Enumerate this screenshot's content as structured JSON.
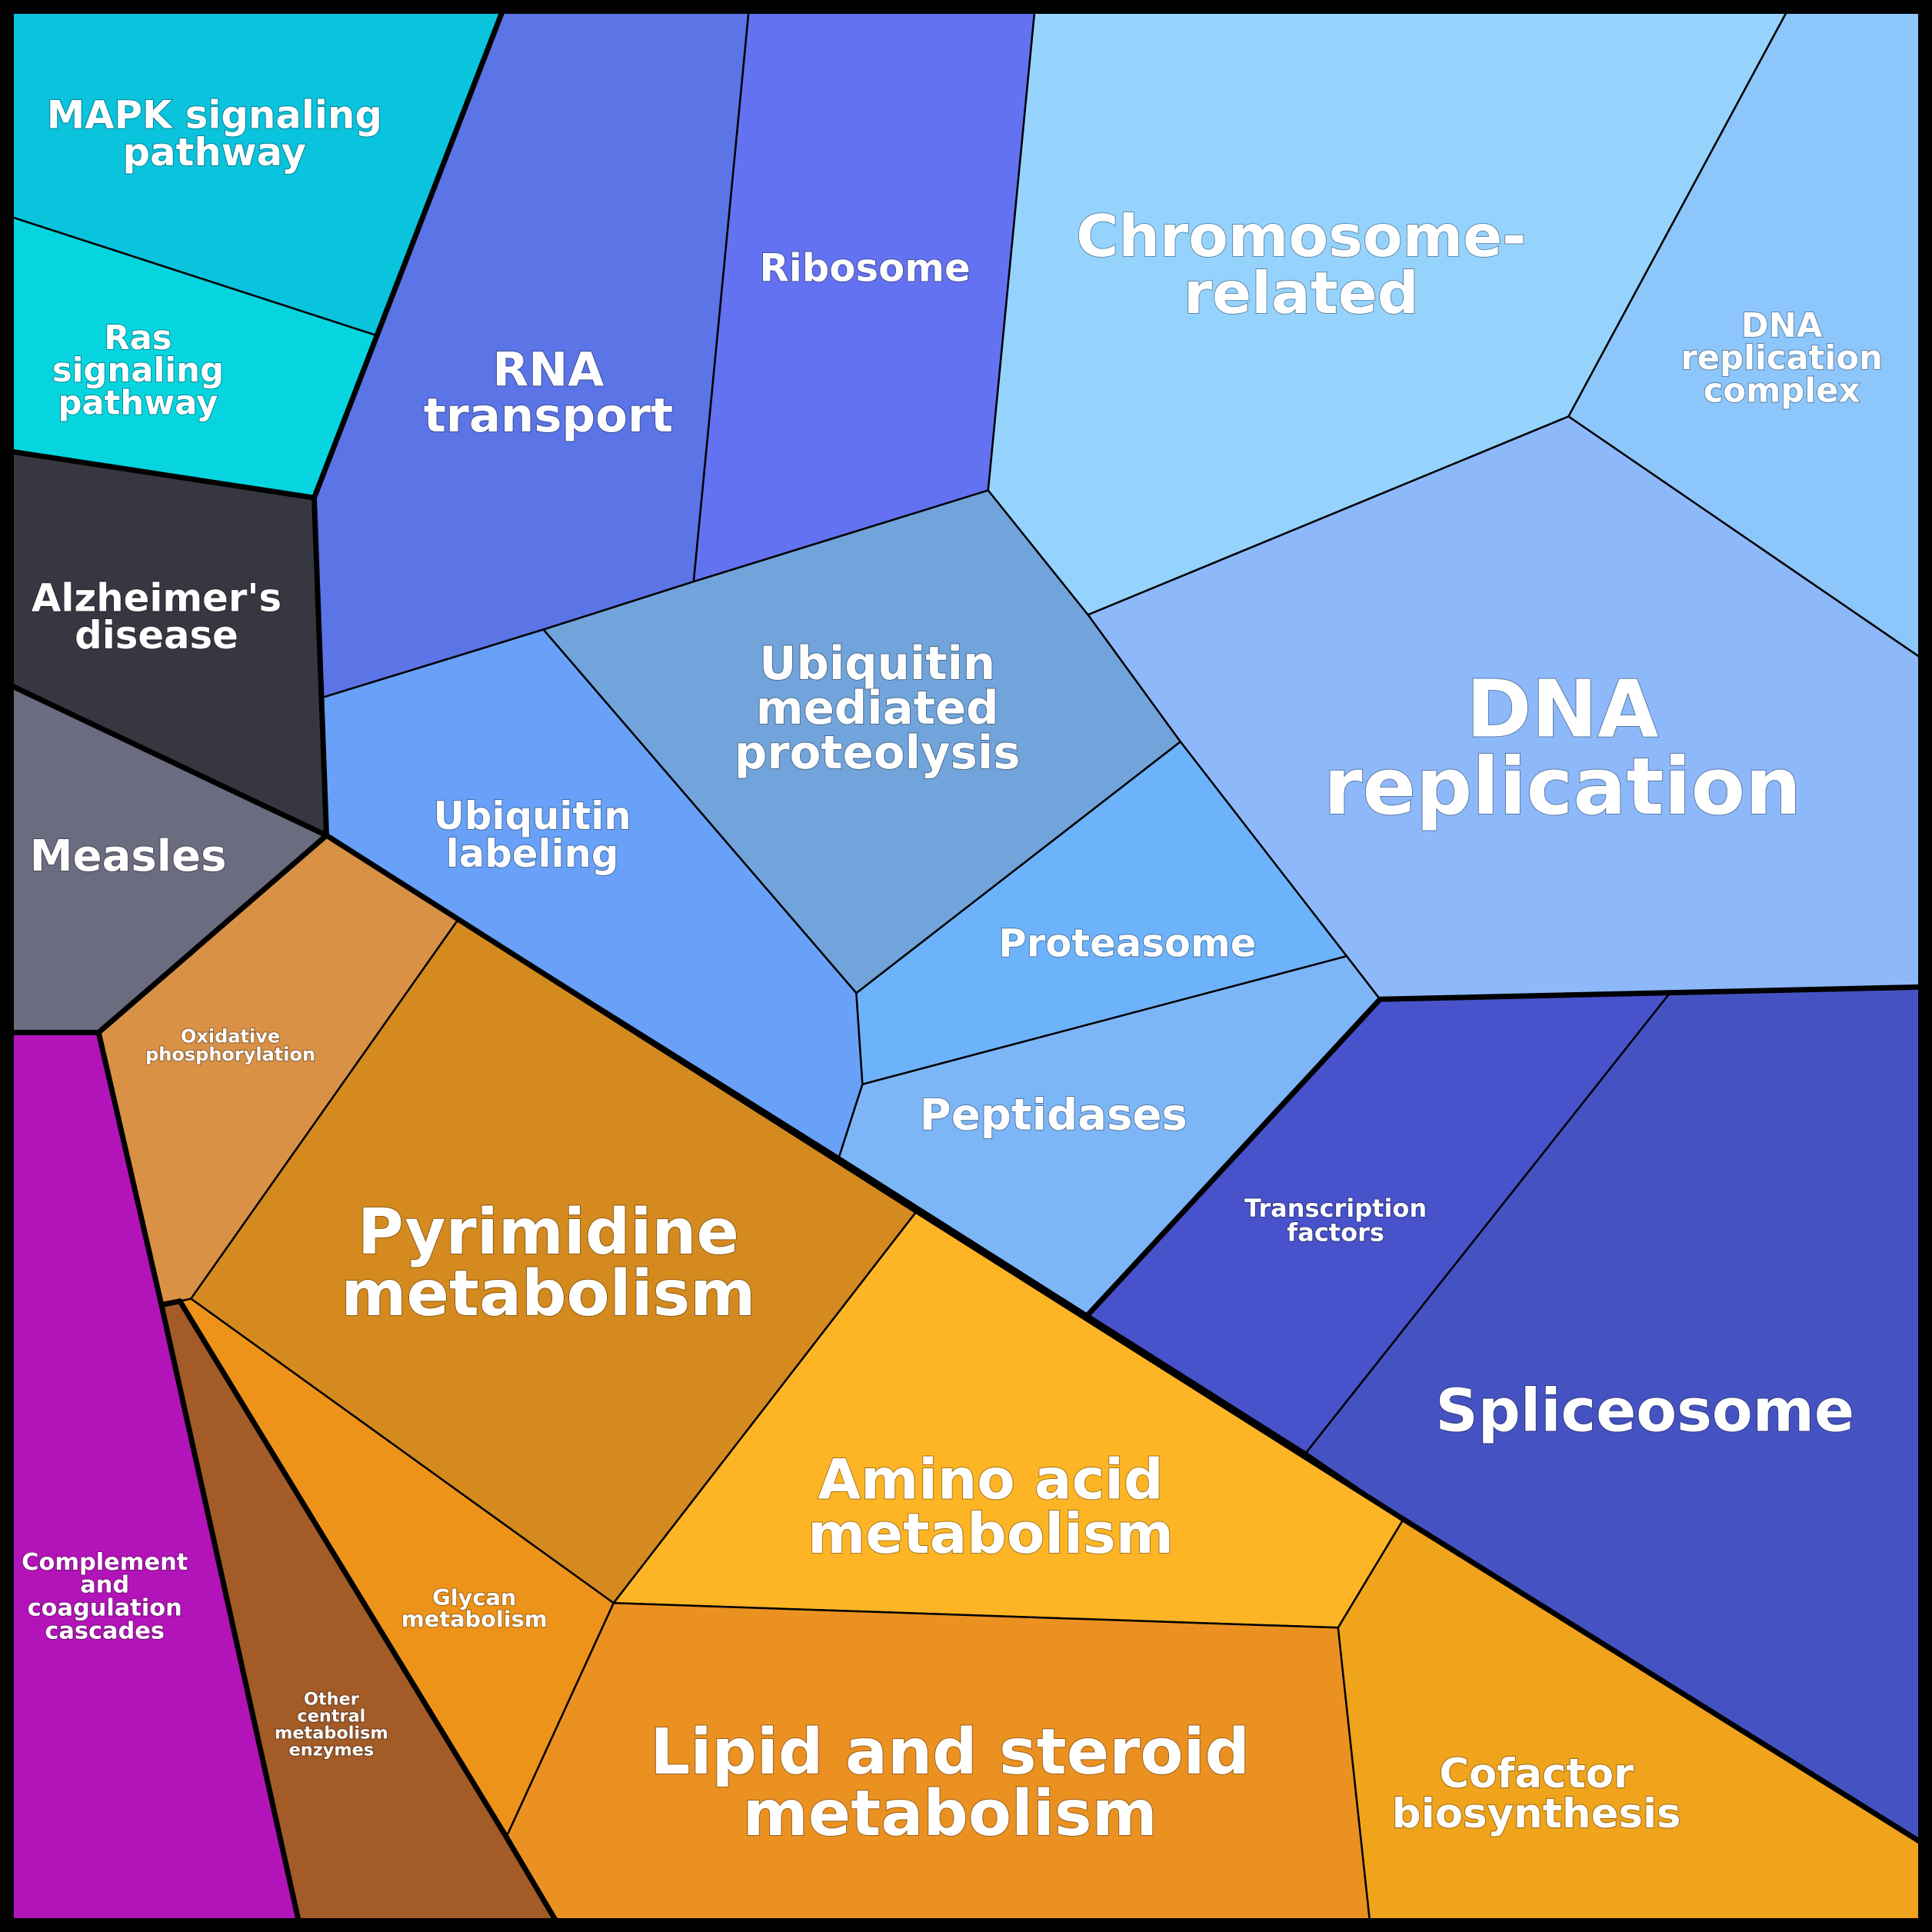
{
  "title": "Pathway Voronoi treemap",
  "cells": [
    {
      "id": "mapk",
      "label": [
        "MAPK signaling",
        "pathway"
      ],
      "group": "signaling",
      "color": "#0AC3DD"
    },
    {
      "id": "ras",
      "label": [
        "Ras",
        "signaling",
        "pathway"
      ],
      "group": "signaling",
      "color": "#06D5E0"
    },
    {
      "id": "alzheimers",
      "label": [
        "Alzheimer's",
        "disease"
      ],
      "group": "neuro",
      "color": "#373742"
    },
    {
      "id": "measles",
      "label": [
        "Measles"
      ],
      "group": "infection",
      "color": "#6B6C80"
    },
    {
      "id": "rna-transport",
      "label": [
        "RNA",
        "transport"
      ],
      "group": "genetic",
      "color": "#5B74E6"
    },
    {
      "id": "ribosome",
      "label": [
        "Ribosome"
      ],
      "group": "genetic",
      "color": "#6372F0"
    },
    {
      "id": "chromosome",
      "label": [
        "Chromosome-",
        "related"
      ],
      "group": "genetic",
      "color": "#95D3FD"
    },
    {
      "id": "dna-rep-complex",
      "label": [
        "DNA",
        "replication",
        "complex"
      ],
      "group": "genetic",
      "color": "#8CC6FB"
    },
    {
      "id": "dna-replication",
      "label": [
        "DNA",
        "replication"
      ],
      "group": "genetic",
      "color": "#8DB9FB"
    },
    {
      "id": "ubiquitin-mediated",
      "label": [
        "Ubiquitin",
        "mediated",
        "proteolysis"
      ],
      "group": "genetic",
      "color": "#71A4DB"
    },
    {
      "id": "ubiquitin-labeling",
      "label": [
        "Ubiquitin",
        "labeling"
      ],
      "group": "genetic",
      "color": "#68A1F7"
    },
    {
      "id": "proteasome",
      "label": [
        "Proteasome"
      ],
      "group": "genetic",
      "color": "#6DB3FC"
    },
    {
      "id": "peptidases",
      "label": [
        "Peptidases"
      ],
      "group": "genetic",
      "color": "#7DB6F6"
    },
    {
      "id": "transcription-factors",
      "label": [
        "Transcription",
        "factors"
      ],
      "group": "transcription",
      "color": "#4752CB"
    },
    {
      "id": "spliceosome",
      "label": [
        "Spliceosome"
      ],
      "group": "transcription",
      "color": "#4553C2"
    },
    {
      "id": "oxidative",
      "label": [
        "Oxidative",
        "phosphorylation"
      ],
      "group": "metabolism",
      "color": "#D99146"
    },
    {
      "id": "pyrimidine",
      "label": [
        "Pyrimidine",
        "metabolism"
      ],
      "group": "metabolism",
      "color": "#D48A1E"
    },
    {
      "id": "glycan",
      "label": [
        "Glycan",
        "metabolism"
      ],
      "group": "metabolism",
      "color": "#EE9319"
    },
    {
      "id": "other-central",
      "label": [
        "Other",
        "central",
        "metabolism",
        "enzymes"
      ],
      "group": "metabolism",
      "color": "#A35B27"
    },
    {
      "id": "amino-acid",
      "label": [
        "Amino acid",
        "metabolism"
      ],
      "group": "metabolism",
      "color": "#FDB526"
    },
    {
      "id": "lipid-steroid",
      "label": [
        "Lipid and steroid",
        "metabolism"
      ],
      "group": "metabolism",
      "color": "#EA9122"
    },
    {
      "id": "cofactor",
      "label": [
        "Cofactor",
        "biosynthesis"
      ],
      "group": "metabolism",
      "color": "#EFA41C"
    },
    {
      "id": "complement",
      "label": [
        "Complement",
        "and",
        "coagulation",
        "cascades"
      ],
      "group": "immune",
      "color": "#B314B9"
    }
  ]
}
